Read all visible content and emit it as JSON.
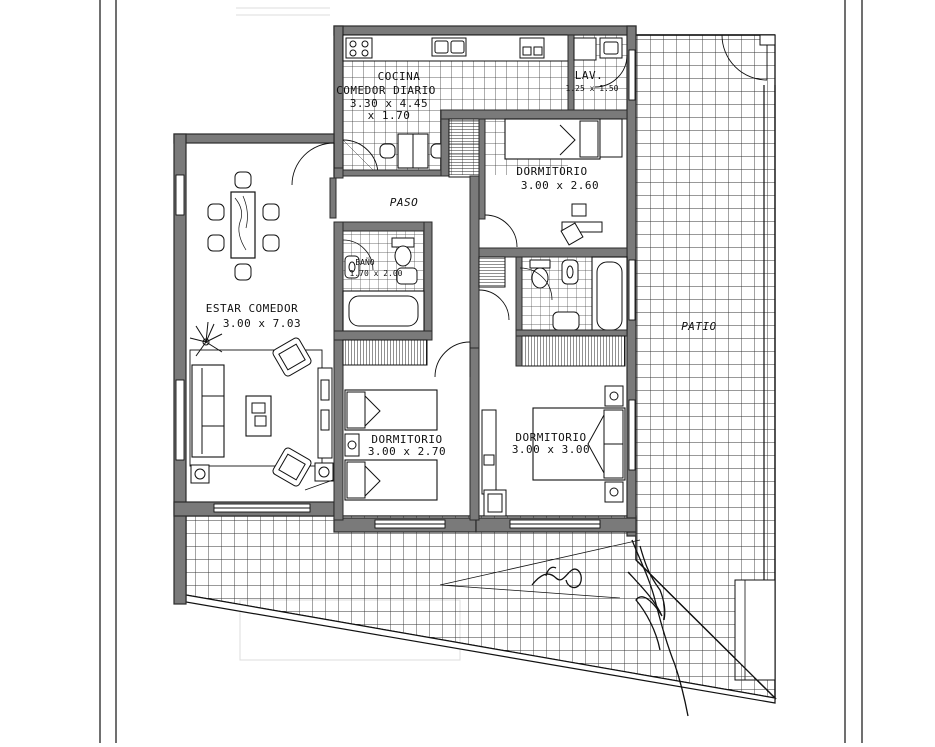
{
  "rooms": {
    "cocina": {
      "name": "COCINA",
      "name2": "COMEDOR DIARIO",
      "dims": "3.30 x 4.45",
      "dims2": "x 1.70"
    },
    "lav": {
      "name": "LAV.",
      "dims": "1.25 x 1.50"
    },
    "dormitorio_1": {
      "name": "DORMITORIO",
      "dims": "3.00 x 2.60"
    },
    "paso": {
      "name": "PASO"
    },
    "bano": {
      "name": "BAÑO",
      "dims": "1.70 x 2.00"
    },
    "estar": {
      "name": "ESTAR COMEDOR",
      "dims": "3.00 x 7.03"
    },
    "dormitorio_2": {
      "name": "DORMITORIO",
      "dims": "3.00 x 2.70"
    },
    "dormitorio_3": {
      "name": "DORMITORIO",
      "dims": "3.00 x 3.00"
    },
    "patio": {
      "name": "PATIO"
    }
  },
  "colors": {
    "wall": "#2b2b2b",
    "wall_fill": "#7a7a7a",
    "line": "#1a1a1a",
    "paper": "#ffffff"
  },
  "icons": [
    "door-swing-icon",
    "sink-icon",
    "toilet-icon",
    "bathtub-icon",
    "bed-icon",
    "chair-icon",
    "sofa-icon",
    "plant-icon",
    "stove-icon"
  ]
}
